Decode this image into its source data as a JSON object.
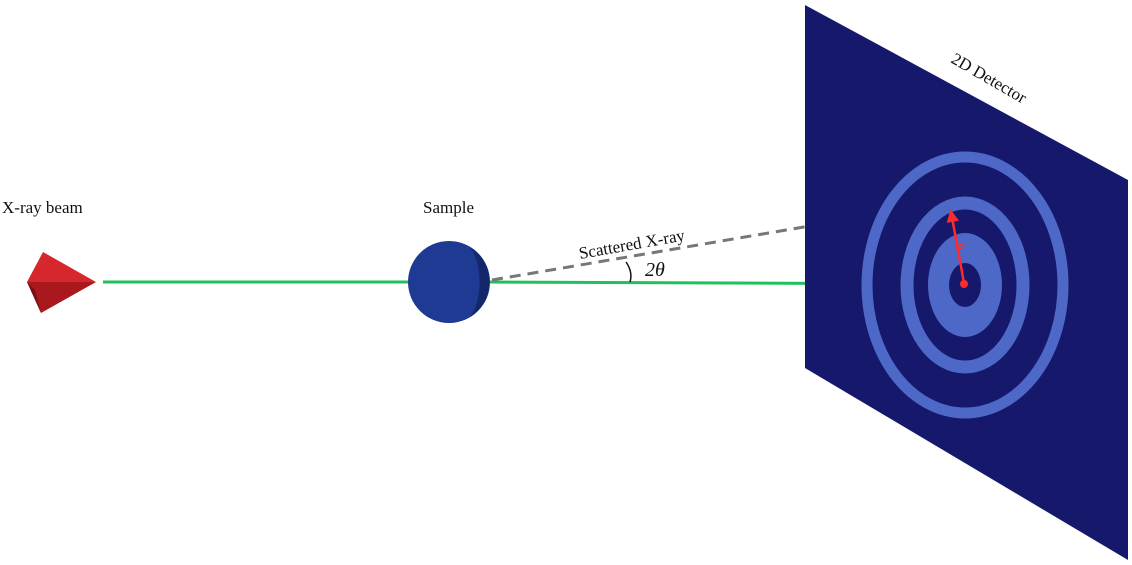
{
  "labels": {
    "source": "X-ray beam",
    "sample": "Sample",
    "scattered": "Scattered X-ray",
    "angle": "2θ",
    "detector": "2D Detector",
    "q": "q"
  },
  "colors": {
    "source": "#c81e24",
    "source_dark": "#8e1217",
    "beam": "#1fc25a",
    "sample": "#1f3a93",
    "sample_dark": "#14276b",
    "scattered": "#777777",
    "detector": "#16196b",
    "rings": "#4d68c7",
    "q_vector": "#ff2a2a"
  },
  "detector": {
    "ring_count": 3
  }
}
